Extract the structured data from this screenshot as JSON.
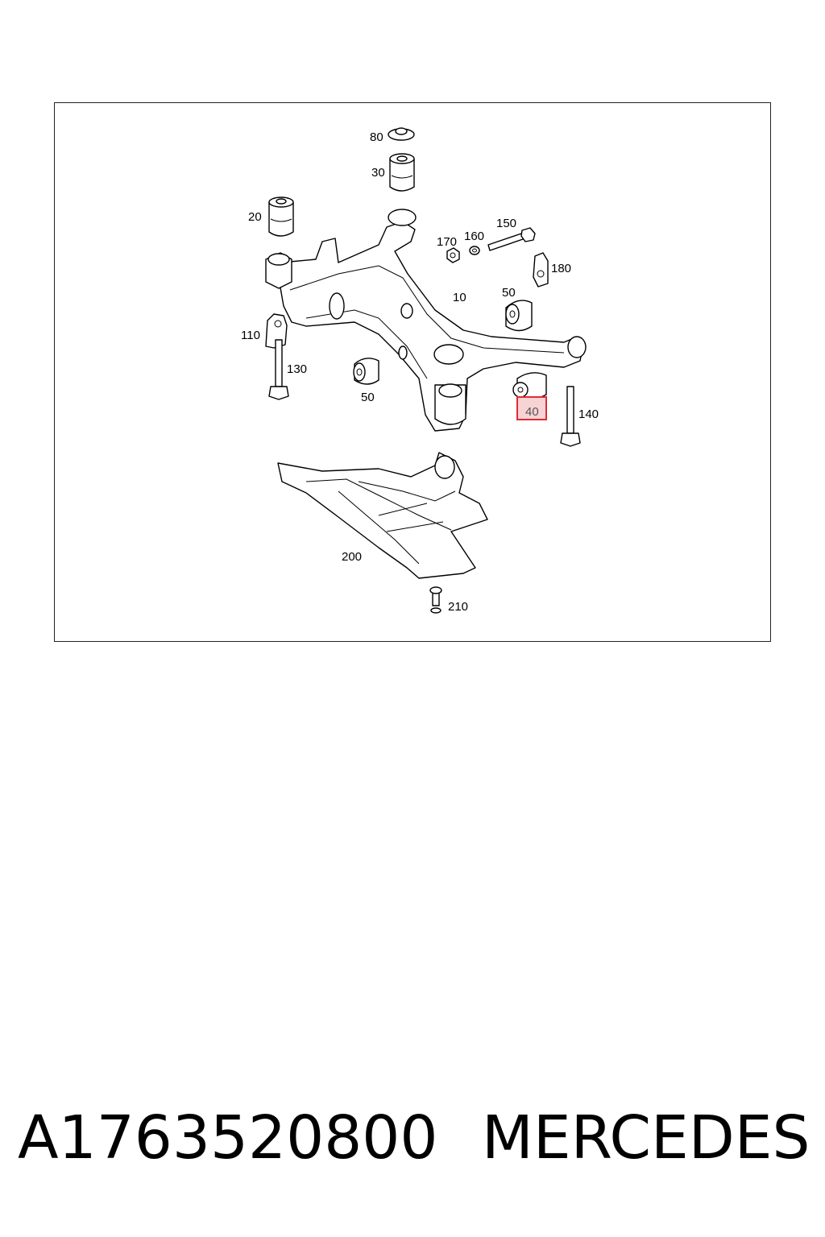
{
  "diagram": {
    "callouts": {
      "c80": "80",
      "c30": "30",
      "c20": "20",
      "c170": "170",
      "c160": "160",
      "c150": "150",
      "c180": "180",
      "c10": "10",
      "c50a": "50",
      "c110": "110",
      "c130": "130",
      "c50b": "50",
      "c40": "40",
      "c140": "140",
      "c200": "200",
      "c210": "210"
    },
    "highlighted_callout": "40",
    "highlight_color": "#e02b35"
  },
  "footer": {
    "part_number": "A1763520800",
    "brand": "MERCEDES"
  }
}
